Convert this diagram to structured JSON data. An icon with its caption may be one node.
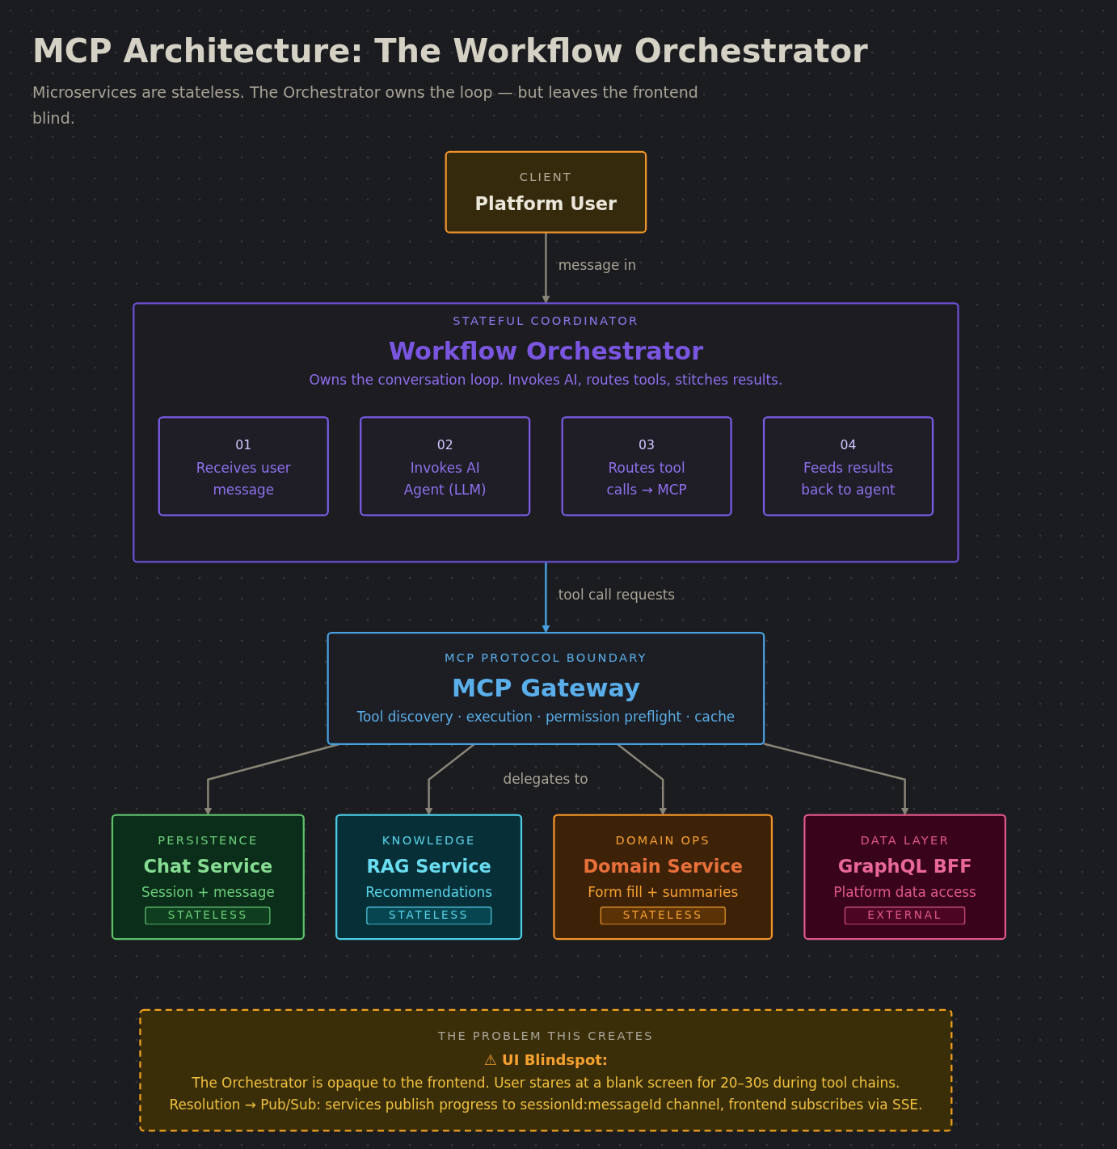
{
  "diagram": {
    "title": "MCP Architecture: The Workflow Orchestrator",
    "caption": "Microservices are stateless. The Orchestrator owns the loop — but leaves the frontend blind.",
    "nodes": [
      {
        "text": [
          "CLIENT",
          "Platform User"
        ]
      },
      {
        "text": [
          "STATEFUL COORDINATOR",
          "Workflow Orchestrator",
          "Owns the conversation loop. Invokes AI, routes tools, stitches results."
        ]
      },
      {
        "text": [
          "01",
          "Receives user message"
        ],
        "in": 1
      },
      {
        "text": [
          "02",
          "Invokes AI Agent (LLM)"
        ],
        "in": 1
      },
      {
        "text": [
          "03",
          "Routes tool calls → MCP"
        ],
        "in": 1
      },
      {
        "text": [
          "04",
          "Feeds results back to agent"
        ],
        "in": 1
      },
      {
        "text": [
          "MCP PROTOCOL BOUNDARY",
          "MCP Gateway",
          "Tool discovery · execution · permission preflight · cache"
        ]
      },
      {
        "text": [
          "PERSISTENCE",
          "Chat Service",
          "Session + message",
          "STATELESS"
        ]
      },
      {
        "text": [
          "KNOWLEDGE",
          "RAG Service",
          "Recommendations",
          "STATELESS"
        ]
      },
      {
        "text": [
          "DOMAIN OPS",
          "Domain Service",
          "Form fill + summaries",
          "STATELESS"
        ]
      },
      {
        "text": [
          "DATA LAYER",
          "GraphQL BFF",
          "Platform data access",
          "EXTERNAL"
        ]
      },
      {
        "text": [
          "THE PROBLEM THIS CREATES",
          "⚠ UI Blindspot:",
          "The Orchestrator is opaque to the frontend. User stares at a blank screen for 20–30s during tool chains.",
          "Resolution → Pub/Sub: services publish progress to sessionId:messageId channel, frontend subscribes via SSE."
        ]
      }
    ],
    "edges": [
      {
        "from": 0,
        "to": 1,
        "arrow": "to",
        "label": "message in"
      },
      {
        "from": 1,
        "to": 6,
        "arrow": "to",
        "label": "tool call requests",
        "color": "#4a9fe0"
      },
      {
        "from": 6,
        "to": 7,
        "arrow": "to"
      },
      {
        "from": 6,
        "to": 8,
        "arrow": "to"
      },
      {
        "from": 6,
        "to": 9,
        "arrow": "to"
      },
      {
        "from": 6,
        "to": 10,
        "arrow": "to"
      }
    ],
    "labels": [
      "delegates to"
    ]
  }
}
